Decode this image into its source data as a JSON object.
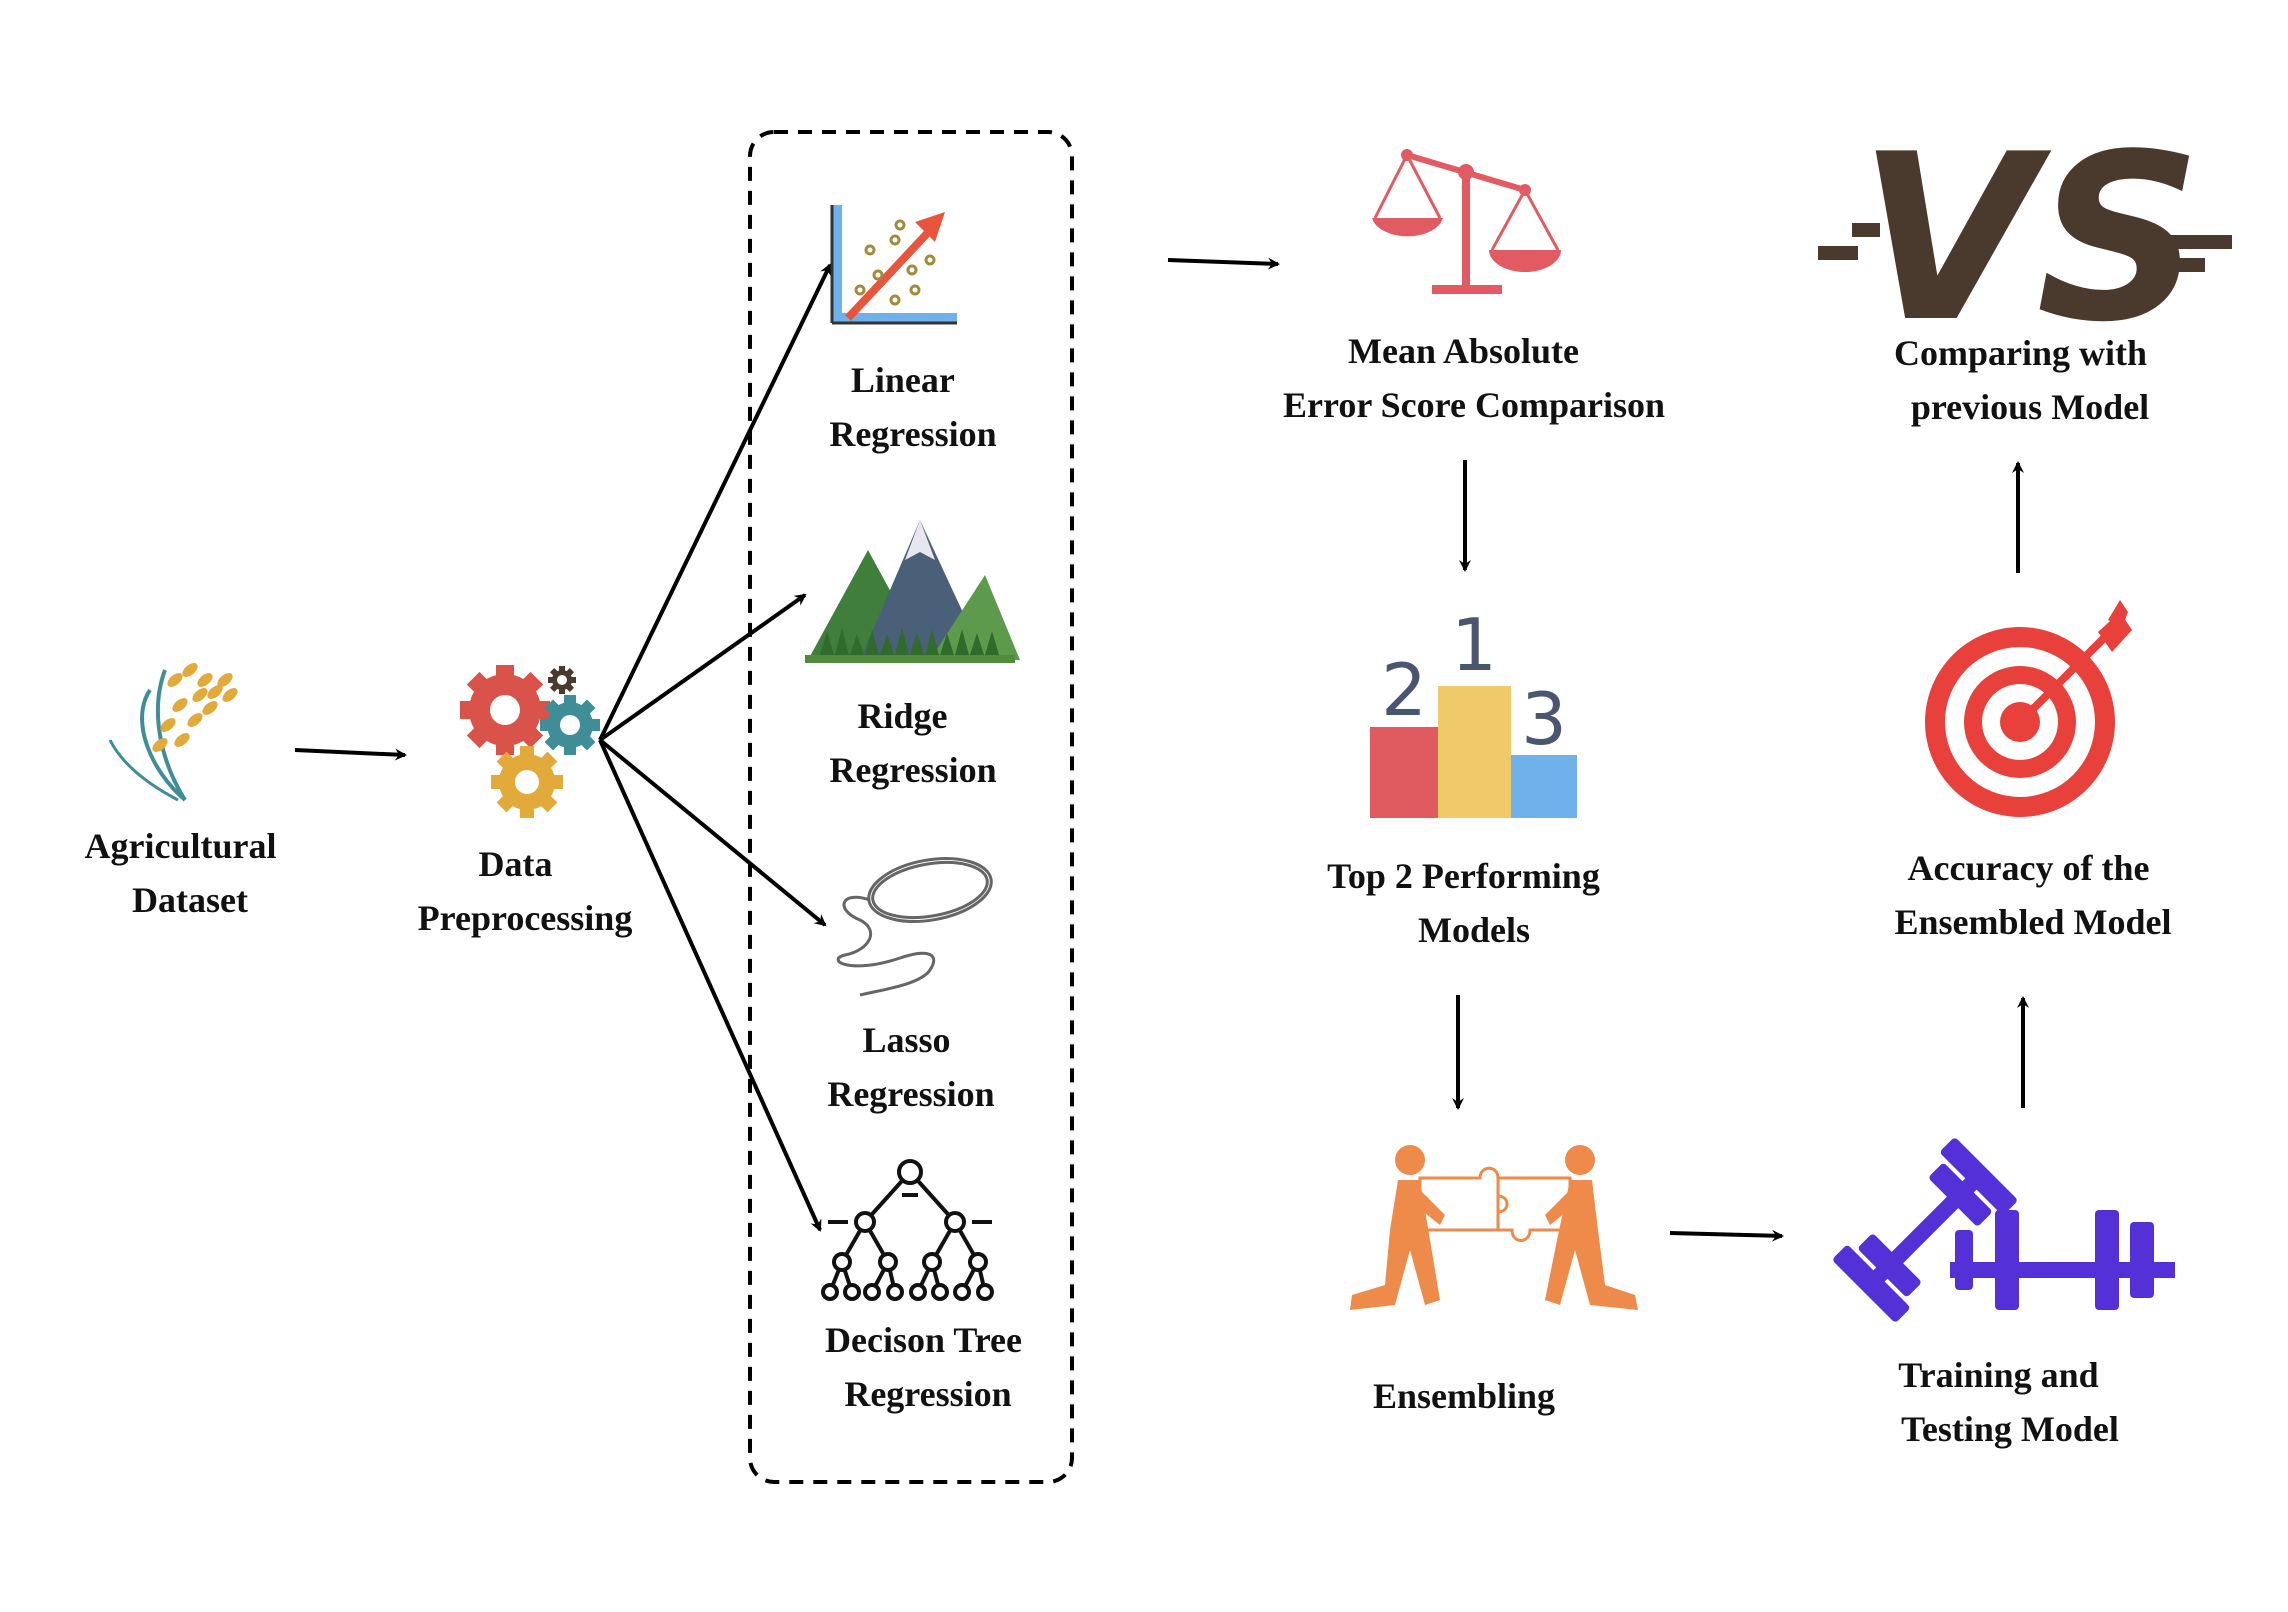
{
  "nodes": {
    "agri": [
      "Agricultural",
      "Dataset"
    ],
    "prep": [
      "Data",
      "Preprocessing"
    ],
    "linear": [
      "Linear",
      "Regression"
    ],
    "ridge": [
      "Ridge",
      "Regression"
    ],
    "lasso": [
      "Lasso",
      "Regression"
    ],
    "tree": [
      "Decison Tree",
      "Regression"
    ],
    "mae": [
      "Mean Absolute",
      "Error Score Comparison"
    ],
    "top2": [
      "Top 2 Performing",
      "Models"
    ],
    "ensembling": "Ensembling",
    "training": [
      "Training and",
      "Testing Model"
    ],
    "accuracy": [
      "Accuracy of the",
      "Ensembled Model"
    ],
    "comparing": [
      "Comparing with",
      "previous Model"
    ]
  },
  "icons": {
    "vs_text": "VS",
    "podium": [
      "2",
      "1",
      "3"
    ]
  },
  "colors": {
    "wheat": "#e2a93b",
    "gear_red": "#d9534a",
    "gear_teal": "#3f8d96",
    "gear_gold": "#e2a93b",
    "scale": "#e25b63",
    "podium_red": "#e05b60",
    "podium_yellow": "#f0c96a",
    "podium_blue": "#6fb1ea",
    "people": "#ee8b4a",
    "dumbbell": "#5431d6",
    "target": "#e8413c",
    "vs": "#4a3a2e",
    "chart_axis": "#6fb1ea",
    "chart_arrow": "#e8553c"
  }
}
